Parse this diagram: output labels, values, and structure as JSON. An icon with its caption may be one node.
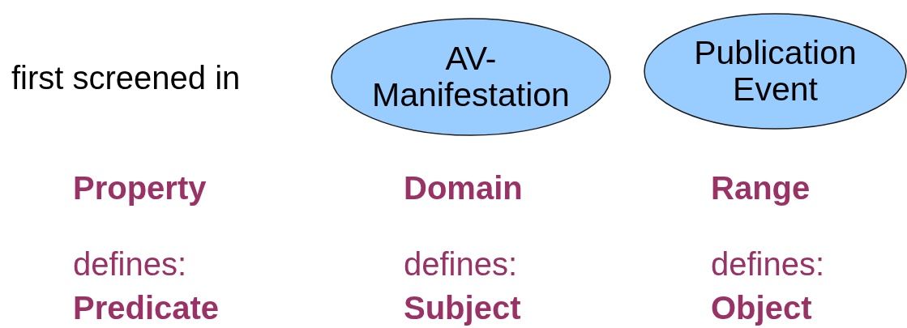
{
  "diagram": {
    "nodes": [
      {
        "text": [
          "AV- Manifestation"
        ]
      },
      {
        "text": [
          "Publication Event"
        ]
      }
    ],
    "labels": [
      "first screened in",
      "Property",
      "Domain",
      "Range",
      "defines:",
      "defines:",
      "defines:",
      "Predicate",
      "Subject",
      "Object"
    ]
  }
}
